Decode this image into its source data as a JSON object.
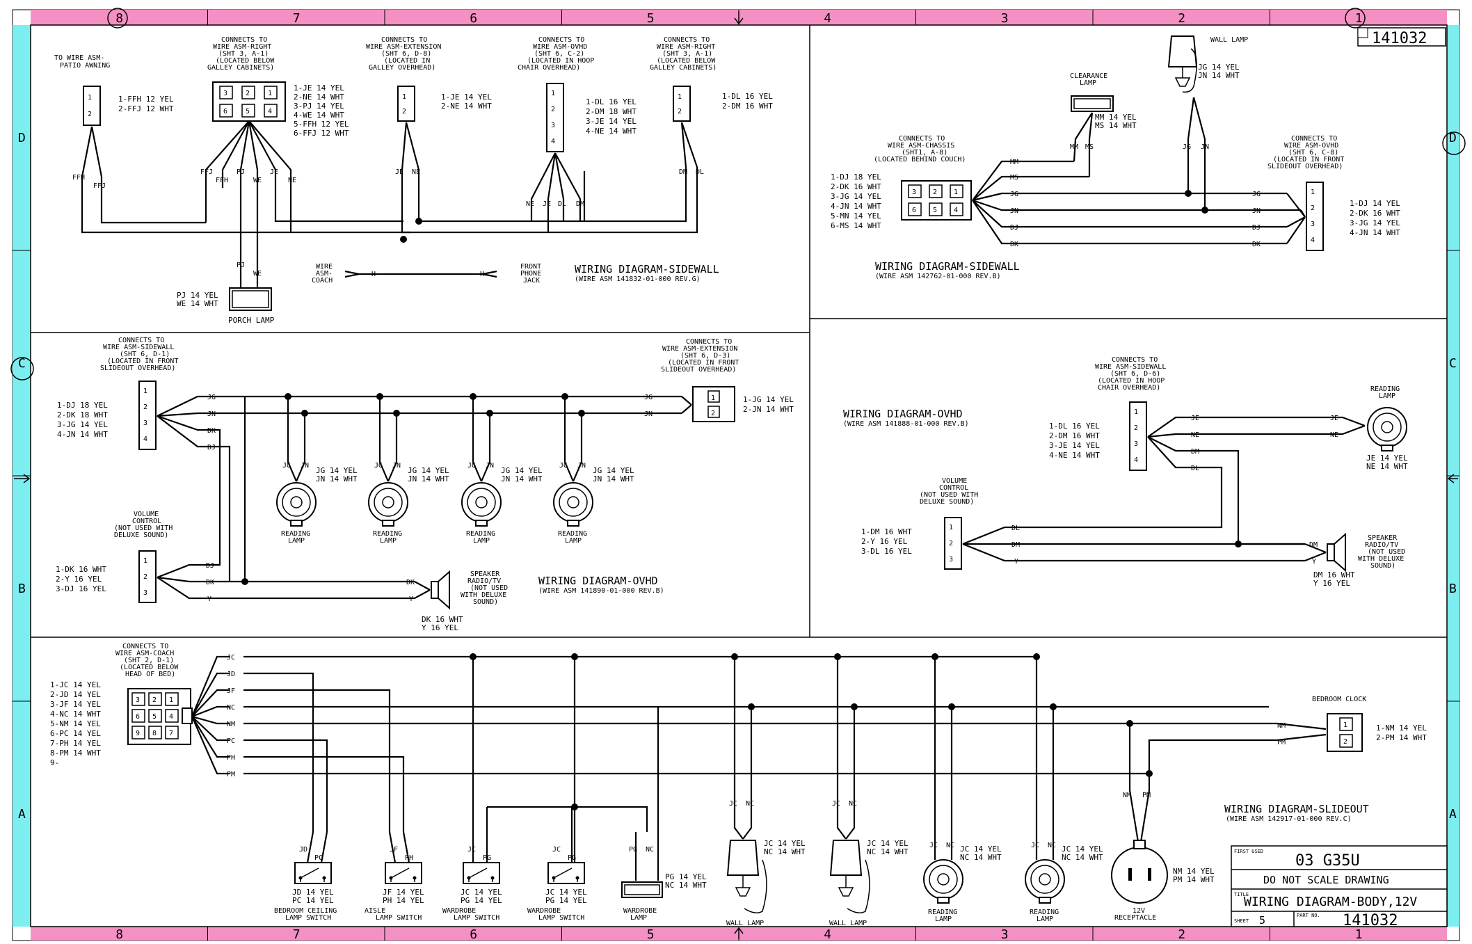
{
  "sheet": {
    "drawing_number": "141032",
    "border_columns": [
      "8",
      "7",
      "6",
      "5",
      "4",
      "3",
      "2",
      "1"
    ],
    "border_rows": [
      "D",
      "C",
      "B",
      "A"
    ],
    "colors": {
      "top_bottom_border": "#f490c4",
      "side_border": "#7deef0",
      "line": "#000000"
    }
  },
  "diag_sidewall_1": {
    "awning": {
      "title": [
        "TO WIRE ASM-",
        "PATIO AWNING"
      ],
      "pins": [
        "1-FFH 12 YEL",
        "2-FFJ 12 WHT"
      ],
      "wires": [
        "FFH",
        "FFJ"
      ]
    },
    "right": {
      "title": [
        "CONNECTS TO",
        "WIRE ASM-RIGHT",
        "(SHT 3, A-1)",
        "(LOCATED BELOW",
        "GALLEY CABINETS)"
      ],
      "pins": [
        "1-JE 14 YEL",
        "2-NE 14 WHT",
        "3-PJ 14 YEL",
        "4-WE 14 WHT",
        "5-FFH 12 YEL",
        "6-FFJ 12 WHT"
      ],
      "wires": [
        "FFJ",
        "FFH",
        "PJ",
        "WE",
        "JE",
        "NE"
      ]
    },
    "extension": {
      "title": [
        "CONNECTS TO",
        "WIRE ASM-EXTENSION",
        "(SHT 6, D-8)",
        "(LOCATED IN",
        "GALLEY OVERHEAD)"
      ],
      "pins": [
        "1-JE 14 YEL",
        "2-NE 14 WHT"
      ],
      "wires": [
        "JE",
        "NE"
      ]
    },
    "ovhd": {
      "title": [
        "CONNECTS TO",
        "WIRE ASM-OVHD",
        "(SHT 6, C-2)",
        "(LOCATED IN HOOP",
        "CHAIR OVERHEAD)"
      ],
      "pins": [
        "1-DL 16 YEL",
        "2-DM 18 WHT",
        "3-JE 14 YEL",
        "4-NE 14 WHT"
      ],
      "wires": [
        "NE",
        "JE",
        "DL",
        "DM"
      ]
    },
    "right2": {
      "title": [
        "CONNECTS TO",
        "WIRE ASM-RIGHT",
        "(SHT 3, A-1)",
        "(LOCATED BELOW",
        "GALLEY CABINETS)"
      ],
      "pins": [
        "1-DL 16 YEL",
        "2-DM 16 WHT"
      ],
      "wires": [
        "DM",
        "DL"
      ]
    },
    "porch": {
      "label": "PORCH LAMP",
      "pins": [
        "PJ 14 YEL",
        "WE 14 WHT"
      ],
      "wires": [
        "PJ",
        "WE"
      ]
    },
    "phone": {
      "left": [
        "WIRE",
        "ASM-",
        "COACH"
      ],
      "right": [
        "FRONT",
        "PHONE",
        "JACK"
      ],
      "h": "H"
    },
    "title": "WIRING DIAGRAM-SIDEWALL",
    "subtitle": "(WIRE ASM 141832-01-000 REV.G)"
  },
  "diag_sidewall_2": {
    "chassis": {
      "title": [
        "CONNECTS TO",
        "WIRE ASM-CHASSIS",
        "(SHT1, A-8)",
        "(LOCATED BEHIND COUCH)"
      ],
      "pins": [
        "1-DJ 18 YEL",
        "2-DK 16 WHT",
        "3-JG 14 YEL",
        "4-JN 14 WHT",
        "5-MN 14 YEL",
        "6-MS 14 WHT"
      ],
      "wires": [
        "MM",
        "MS",
        "JG",
        "JN",
        "DJ",
        "DK"
      ]
    },
    "clearance": {
      "label": [
        "CLEARANCE",
        "LAMP"
      ],
      "pins": [
        "MM 14 YEL",
        "MS 14 WHT"
      ],
      "wires": [
        "MM",
        "MS"
      ]
    },
    "wall_lamp": {
      "label": "WALL LAMP",
      "pins": [
        "JG 14 YEL",
        "JN 14 WHT"
      ],
      "wires": [
        "JG",
        "JN"
      ]
    },
    "ovhd": {
      "title": [
        "CONNECTS TO",
        "WIRE ASM-OVHD",
        "(SHT 6, C-8)",
        "(LOCATED IN FRONT",
        "SLIDEOUT OVERHEAD)"
      ],
      "pins": [
        "1-DJ 14 YEL",
        "2-DK 16 WHT",
        "3-JG 14 YEL",
        "4-JN 14 WHT"
      ],
      "wires": [
        "JG",
        "JN",
        "DJ",
        "DK"
      ]
    },
    "title": "WIRING DIAGRAM-SIDEWALL",
    "subtitle": "(WIRE ASM 142762-01-000 REV.B)"
  },
  "diag_ovhd_1": {
    "sidewall": {
      "title": [
        "CONNECTS TO",
        "WIRE ASM-SIDEWALL",
        "(SHT 6, D-1)",
        "(LOCATED IN FRONT",
        "SLIDEOUT OVERHEAD)"
      ],
      "pins": [
        "1-DJ 18 YEL",
        "2-DK 18 WHT",
        "3-JG 14 YEL",
        "4-JN 14 WHT"
      ],
      "wires": [
        "JG",
        "JN",
        "DK",
        "DJ"
      ]
    },
    "extension": {
      "title": [
        "CONNECTS TO",
        "WIRE ASM-EXTENSION",
        "(SHT 6, D-3)",
        "(LOCATED IN FRONT",
        "SLIDEOUT OVERHEAD)"
      ],
      "pins": [
        "1-JG 14 YEL",
        "2-JN 14 WHT"
      ],
      "wires": [
        "JG",
        "JN"
      ]
    },
    "lamp_wires": [
      "JG",
      "JN"
    ],
    "lamp_pins": [
      "JG 14 YEL",
      "JN 14 WHT"
    ],
    "lamp_label": [
      "READING",
      "LAMP"
    ],
    "volume": {
      "title": [
        "VOLUME",
        "CONTROL",
        "(NOT USED WITH",
        "DELUXE SOUND)"
      ],
      "pins": [
        "1-DK 16 WHT",
        "2-Y 16 YEL",
        "3-DJ 16 YEL"
      ],
      "wires": [
        "DJ",
        "DK",
        "Y"
      ]
    },
    "speaker": {
      "label": [
        "SPEAKER",
        "RADIO/TV",
        "(NOT USED",
        "WITH DELUXE",
        "SOUND)"
      ],
      "pins": [
        "DK 16 WHT",
        "Y 16 YEL"
      ],
      "wires": [
        "DK",
        "Y"
      ]
    },
    "title": "WIRING DIAGRAM-OVHD",
    "subtitle": "(WIRE ASM 141890-01-000 REV.B)"
  },
  "diag_ovhd_2": {
    "title": "WIRING DIAGRAM-OVHD",
    "subtitle": "(WIRE ASM 141888-01-000 REV.B)",
    "sidewall": {
      "title": [
        "CONNECTS TO",
        "WIRE ASM-SIDEWALL",
        "(SHT 6, D-6)",
        "(LOCATED IN HOOP",
        "CHAIR OVERHEAD)"
      ],
      "pins": [
        "1-DL 16 YEL",
        "2-DM 16 WHT",
        "3-JE 14 YEL",
        "4-NE 14 WHT"
      ],
      "wires": [
        "JE",
        "NE",
        "DM",
        "DL"
      ]
    },
    "reading": {
      "label": [
        "READING",
        "LAMP"
      ],
      "pins": [
        "JE 14 YEL",
        "NE 14 WHT"
      ],
      "wires": [
        "JE",
        "NE"
      ]
    },
    "volume": {
      "title": [
        "VOLUME",
        "CONTROL",
        "(NOT USED WITH",
        "DELUXE SOUND)"
      ],
      "pins": [
        "1-DM 16 WHT",
        "2-Y 16 YEL",
        "3-DL 16 YEL"
      ],
      "wires": [
        "DL",
        "DM",
        "Y"
      ]
    },
    "speaker": {
      "label": [
        "SPEAKER",
        "RADIO/TV",
        "(NOT USED",
        "WITH DELUXE",
        "SOUND)"
      ],
      "pins": [
        "DM 16 WHT",
        "Y 16 YEL"
      ],
      "wires": [
        "DM",
        "Y"
      ]
    }
  },
  "diag_slideout": {
    "coach": {
      "title": [
        "CONNECTS TO",
        "WIRE ASM-COACH",
        "(SHT 2, D-1)",
        "(LOCATED BELOW",
        "HEAD OF BED)"
      ],
      "pins": [
        "1-JC 14 YEL",
        "2-JD 14 YEL",
        "3-JF 14 YEL",
        "4-NC 14 WHT",
        "5-NM 14 YEL",
        "6-PC 14 YEL",
        "7-PH 14 YEL",
        "8-PM 14 WHT",
        "9-"
      ],
      "wires": [
        "JC",
        "JD",
        "JF",
        "NC",
        "NM",
        "PC",
        "PH",
        "PM"
      ]
    },
    "switches": [
      {
        "wires": [
          "JD",
          "PC"
        ],
        "pins": [
          "JD 14 YEL",
          "PC 14 YEL"
        ],
        "label": [
          "BEDROOM CEILING",
          "LAMP SWITCH"
        ]
      },
      {
        "wires": [
          "JF",
          "PH"
        ],
        "pins": [
          "JF 14 YEL",
          "PH 14 YEL"
        ],
        "label": [
          "AISLE",
          "LAMP SWITCH"
        ]
      },
      {
        "wires": [
          "JC",
          "PG"
        ],
        "pins": [
          "JC 14 YEL",
          "PG 14 YEL"
        ],
        "label": [
          "WARDROBE",
          "LAMP SWITCH"
        ]
      },
      {
        "wires": [
          "JC",
          "PG"
        ],
        "pins": [
          "JC 14 YEL",
          "PG 14 YEL"
        ],
        "label": [
          "WARDROBE",
          "LAMP SWITCH"
        ]
      }
    ],
    "wardrobe_lamp": {
      "wires": [
        "PG",
        "NC"
      ],
      "pins": [
        "PG 14 YEL",
        "NC 14 WHT"
      ],
      "label": [
        "WARDROBE",
        "LAMP"
      ]
    },
    "wall_lamps": [
      {
        "wires": [
          "JC",
          "NC"
        ],
        "pins": [
          "JC 14 YEL",
          "NC 14 WHT"
        ],
        "label": "WALL LAMP"
      },
      {
        "wires": [
          "JC",
          "NC"
        ],
        "pins": [
          "JC 14 YEL",
          "NC 14 WHT"
        ],
        "label": "WALL LAMP"
      }
    ],
    "reading_lamps": [
      {
        "wires": [
          "JC",
          "NC"
        ],
        "pins": [
          "JC 14 YEL",
          "NC 14 WHT"
        ],
        "label": [
          "READING",
          "LAMP"
        ]
      },
      {
        "wires": [
          "JC",
          "NC"
        ],
        "pins": [
          "JC 14 YEL",
          "NC 14 WHT"
        ],
        "label": [
          "READING",
          "LAMP"
        ]
      }
    ],
    "receptacle": {
      "wires": [
        "NM",
        "PM"
      ],
      "pins": [
        "NM 14 YEL",
        "PM 14 WHT"
      ],
      "label": [
        "12V",
        "RECEPTACLE"
      ]
    },
    "clock": {
      "label": "BEDROOM CLOCK",
      "wires": [
        "NM",
        "PM"
      ],
      "pins": [
        "1-NM 14 YEL",
        "2-PM 14 WHT"
      ]
    },
    "title": "WIRING DIAGRAM-SLIDEOUT",
    "subtitle": "(WIRE ASM 142917-01-000 REV.C)"
  },
  "title_block": {
    "first_used_label": "FIRST USED",
    "model": "03 G35U",
    "note": "DO NOT SCALE DRAWING",
    "title_label": "TITLE",
    "title": "WIRING DIAGRAM-BODY,12V",
    "sheet_label": "SHEET",
    "sheet": "5",
    "part_label": "PART NO.",
    "part": "141032"
  }
}
